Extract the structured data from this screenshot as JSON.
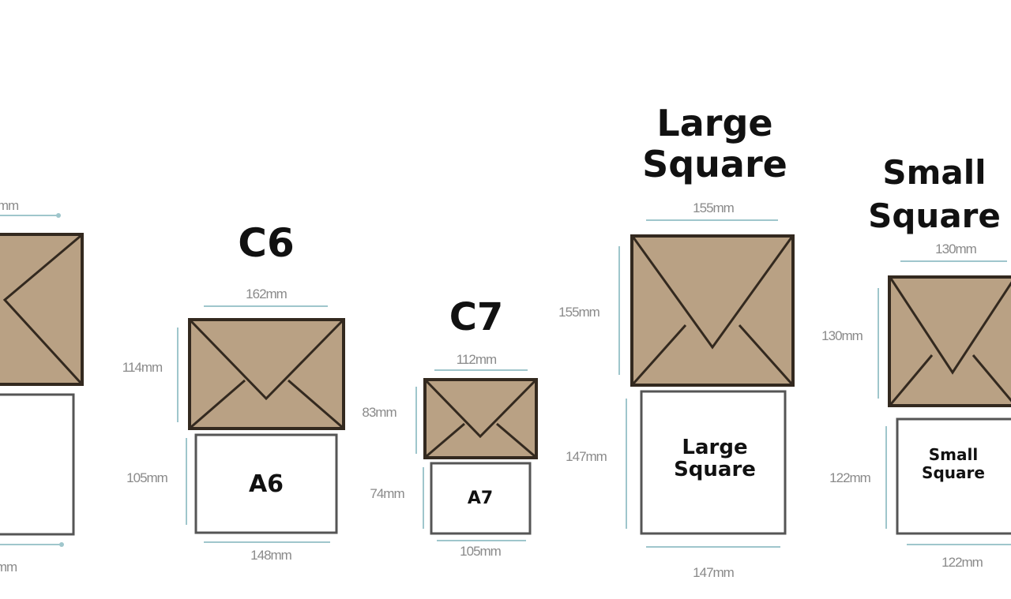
{
  "colors": {
    "envelope_fill": "#b9a184",
    "envelope_outline": "#33291f",
    "dimension_line": "#9fc6cc",
    "dimension_text": "#8a8a8a"
  },
  "partial_left": {
    "width_label": "mm",
    "bottom_label": "mm"
  },
  "items": [
    {
      "title": "C6",
      "env_width": "162mm",
      "env_height": "114mm",
      "card": "A6",
      "card_height": "105mm",
      "card_width": "148mm"
    },
    {
      "title": "C7",
      "env_width": "112mm",
      "env_height": "83mm",
      "card": "A7",
      "card_height": "74mm",
      "card_width": "105mm"
    },
    {
      "title_lines": [
        "Large",
        "Square"
      ],
      "env_width": "155mm",
      "env_height": "155mm",
      "card_lines": [
        "Large",
        "Square"
      ],
      "card_height": "147mm",
      "card_width": "147mm"
    },
    {
      "title_lines": [
        "Small",
        "Square"
      ],
      "env_width": "130mm",
      "env_height": "130mm",
      "card_lines": [
        "Small",
        "Square"
      ],
      "card_height": "122mm",
      "card_width": "122mm"
    }
  ]
}
